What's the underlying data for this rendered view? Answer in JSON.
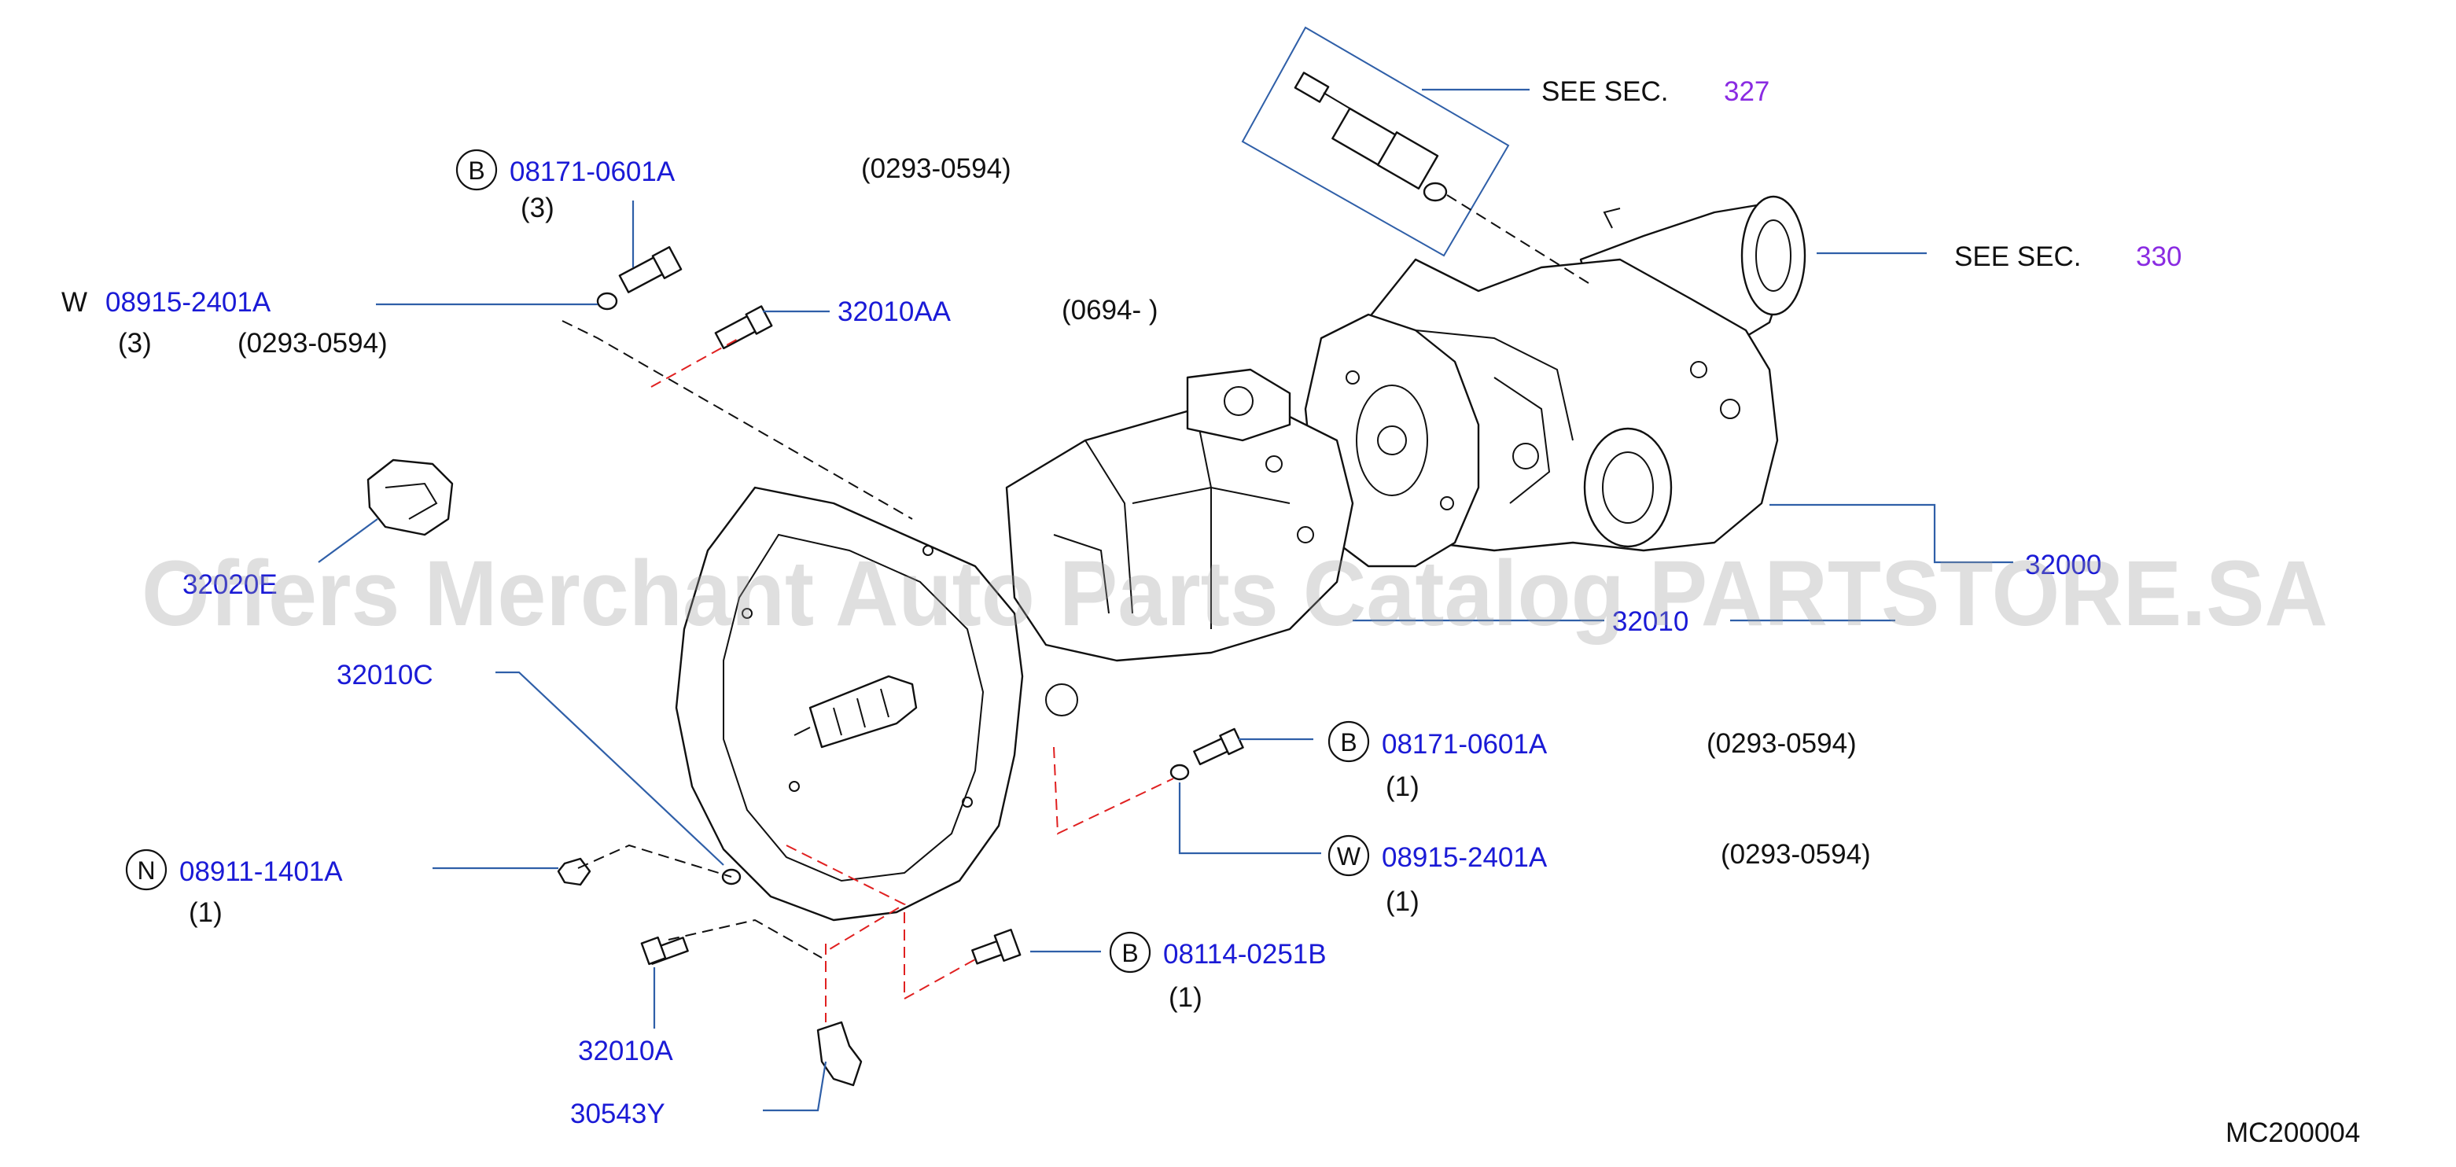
{
  "diagram": {
    "sheet_code": "MC200004",
    "watermark": "Offers Merchant Auto Parts Catalog PARTSTORE.SA",
    "see_sections": [
      {
        "prefix": "SEE   SEC.",
        "number": "327"
      },
      {
        "prefix": "SEE   SEC.",
        "number": "330"
      }
    ],
    "callouts": [
      {
        "id": "bolt-top",
        "marker": "B",
        "part": "08171-0601A",
        "qty": "(3)",
        "note": "(0293-0594)"
      },
      {
        "id": "washer-top",
        "marker": "W",
        "part": "08915-2401A",
        "qty": "(3)",
        "note": "(0293-0594)"
      },
      {
        "id": "plug",
        "marker": "",
        "part": "32010AA",
        "qty": "",
        "note": "(0694-      )"
      },
      {
        "id": "mount",
        "marker": "",
        "part": "32020E",
        "qty": "",
        "note": ""
      },
      {
        "id": "transmission",
        "marker": "",
        "part": "32000",
        "qty": "",
        "note": ""
      },
      {
        "id": "case",
        "marker": "",
        "part": "32010",
        "qty": "",
        "note": ""
      },
      {
        "id": "dowel",
        "marker": "",
        "part": "32010C",
        "qty": "",
        "note": ""
      },
      {
        "id": "bolt-mid",
        "marker": "B",
        "part": "08171-0601A",
        "qty": "(1)",
        "note": "(0293-0594)"
      },
      {
        "id": "washer-mid",
        "marker": "W",
        "part": "08915-2401A",
        "qty": "(1)",
        "note": "(0293-0594)"
      },
      {
        "id": "nut",
        "marker": "N",
        "part": "08911-1401A",
        "qty": "(1)",
        "note": ""
      },
      {
        "id": "stud",
        "marker": "",
        "part": "32010A",
        "qty": "",
        "note": ""
      },
      {
        "id": "bolt-low",
        "marker": "B",
        "part": "08114-0251B",
        "qty": "(1)",
        "note": ""
      },
      {
        "id": "bracket",
        "marker": "",
        "part": "30543Y",
        "qty": "",
        "note": ""
      }
    ]
  }
}
